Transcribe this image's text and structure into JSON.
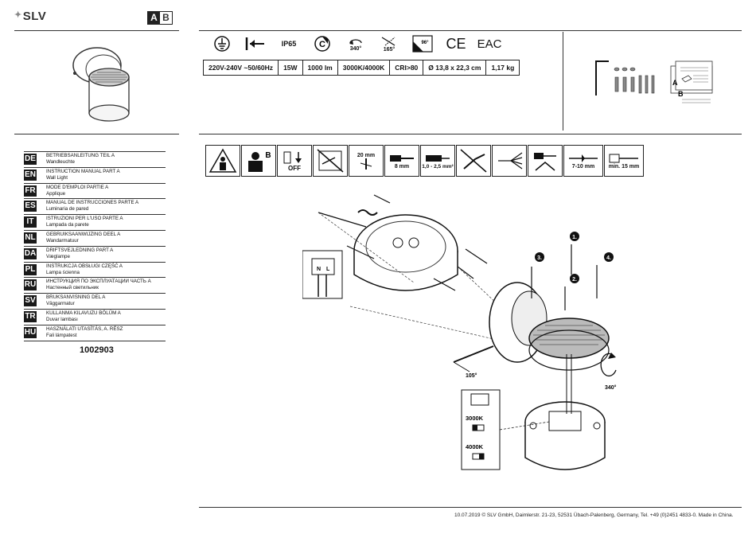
{
  "brand": {
    "logo_text": "SLV",
    "part_a": "A",
    "part_b": "B"
  },
  "spec_icons": [
    {
      "name": "ground-icon",
      "label": ""
    },
    {
      "name": "arrow-left-icon",
      "label": ""
    },
    {
      "name": "ip-rating",
      "label": "IP65"
    },
    {
      "name": "class-c-icon",
      "label": ""
    },
    {
      "name": "rotate-icon",
      "label": "340°"
    },
    {
      "name": "tilt-icon",
      "label": "165°"
    },
    {
      "name": "heat-icon",
      "label": "96°"
    },
    {
      "name": "ce-icon",
      "label": "CE"
    },
    {
      "name": "eac-icon",
      "label": "EAC"
    }
  ],
  "specs": [
    "220V-240V ~50/60Hz",
    "15W",
    "1000 lm",
    "3000K/4000K",
    "CRI>80",
    "Ø 13,8 x 22,3 cm",
    "1,17 kg"
  ],
  "languages": [
    {
      "code": "DE",
      "title": "BETRIEBSANLEITUNG TEIL A",
      "sub": "Wandleuchte"
    },
    {
      "code": "EN",
      "title": "INSTRUCTION MANUAL PART A",
      "sub": "Wall Light"
    },
    {
      "code": "FR",
      "title": "MODE D'EMPLOI PARTIE A",
      "sub": "Applique"
    },
    {
      "code": "ES",
      "title": "MANUAL DE INSTRUCCIONES PARTE A",
      "sub": "Luminaria de pared"
    },
    {
      "code": "IT",
      "title": "ISTRUZIONI PER L'USO PARTE A",
      "sub": "Lampada da parete"
    },
    {
      "code": "NL",
      "title": "GEBRUIKSAANWIJZING DEEL A",
      "sub": "Wandarmatuur"
    },
    {
      "code": "DA",
      "title": "DRIFTSVEJLEDNING PART A",
      "sub": "Væglampe"
    },
    {
      "code": "PL",
      "title": "INSTRUKCJA OBSŁUGI CZĘŚĆ A",
      "sub": "Lampa ścienna"
    },
    {
      "code": "RU",
      "title": "ИНСТРУКЦИЯ ПО ЭКСПЛУАТАЦИИ ЧАСТЬ A",
      "sub": "Настенный светильник"
    },
    {
      "code": "SV",
      "title": "BRUKSANVISNING DEL A",
      "sub": "Väggarmatur"
    },
    {
      "code": "TR",
      "title": "KULLANMA KILAVUZU BÖLÜM A",
      "sub": "Duvar lambası"
    },
    {
      "code": "HU",
      "title": "HASZNÁLATI UTASÍTÁS, A. RÉSZ",
      "sub": "Fali lámpatest"
    }
  ],
  "article_number": "1002903",
  "tools": {
    "off_label": "OFF",
    "drill_depth": "20 mm",
    "drill_size": "8 mm",
    "cable_section": "1,0 - 2,5 mm²",
    "strip_length": "7-10 mm",
    "sheath_length": "min. 15 mm"
  },
  "diagram": {
    "step1": "1.",
    "step2": "2.",
    "step3": "3.",
    "step4": "4.",
    "tilt_angle": "105°",
    "rotate_angle": "340°",
    "cct_3000": "3000K",
    "cct_4000": "4000K"
  },
  "footer": "10.07.2019 © SLV GmbH, Daimlerstr. 21-23, 52531 Übach-Palenberg, Germany, Tel. +49 (0)2451 4833-0. Made in China."
}
